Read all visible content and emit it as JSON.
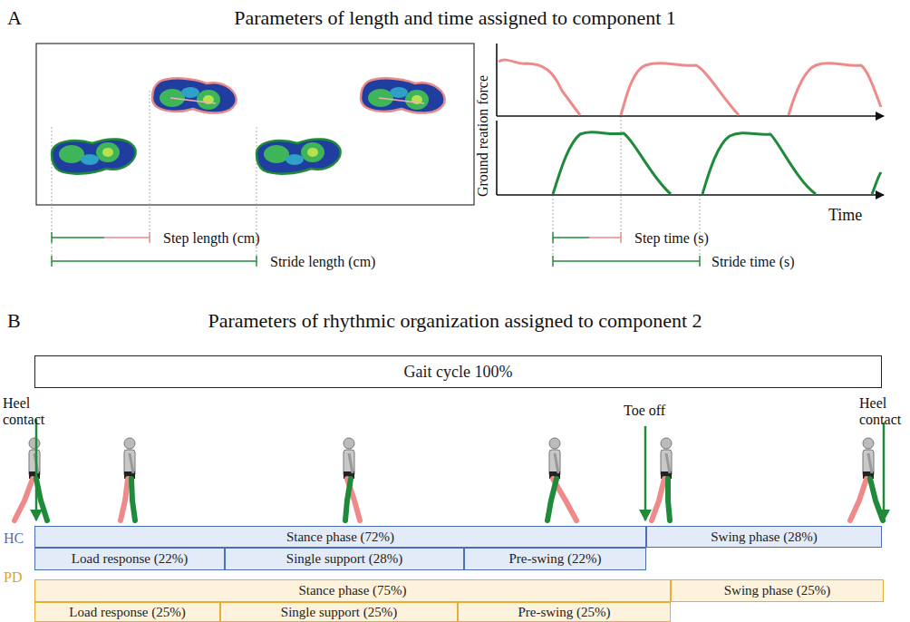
{
  "diagram": {
    "nodes": [
      {
        "text": [
          "Gait cycle 100%"
        ]
      },
      {
        "text": [
          "Stance phase (72%)"
        ]
      },
      {
        "text": [
          "Swing phase (28%)"
        ]
      },
      {
        "text": [
          "Load response (22%)"
        ]
      },
      {
        "text": [
          "Single support (28%)"
        ]
      },
      {
        "text": [
          "Pre-swing (22%)"
        ]
      },
      {
        "text": [
          "Stance phase (75%)"
        ]
      },
      {
        "text": [
          "Swing phase (25%)"
        ]
      },
      {
        "text": [
          "Load response (25%)"
        ]
      },
      {
        "text": [
          "Single support (25%)"
        ]
      },
      {
        "text": [
          "Pre-swing (25%)"
        ]
      }
    ],
    "labels": [
      "A",
      "Parameters of length and time assigned to component 1",
      "Step length (cm)",
      "Stride length (cm)",
      "Ground reation force",
      "Time",
      "Step time (s)",
      "Stride time (s)",
      "B",
      "Parameters of rhythmic organization assigned to component 2",
      "Heel contact",
      "Toe off",
      "Heel contact",
      "HC",
      "PD"
    ]
  }
}
